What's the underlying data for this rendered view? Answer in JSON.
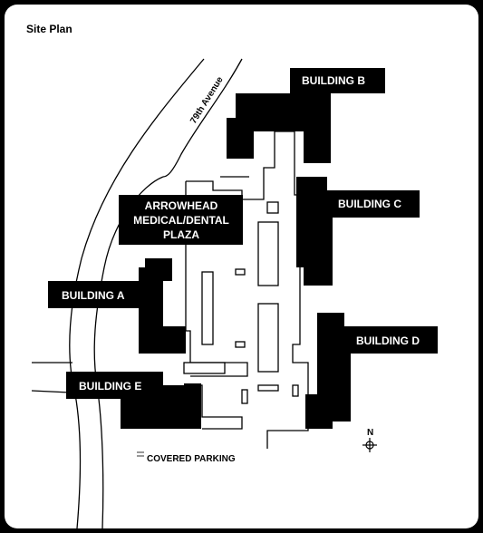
{
  "title": "Site Plan",
  "street": "79th Avenue",
  "plaza_lines": [
    "ARROWHEAD",
    "MEDICAL/DENTAL",
    "PLAZA"
  ],
  "buildings": {
    "a": "BUILDING A",
    "b": "BUILDING B",
    "c": "BUILDING C",
    "d": "BUILDING D",
    "e": "BUILDING E"
  },
  "covered_parking": "COVERED PARKING",
  "north": "N",
  "colors": {
    "ink": "#000000",
    "paper": "#ffffff"
  }
}
